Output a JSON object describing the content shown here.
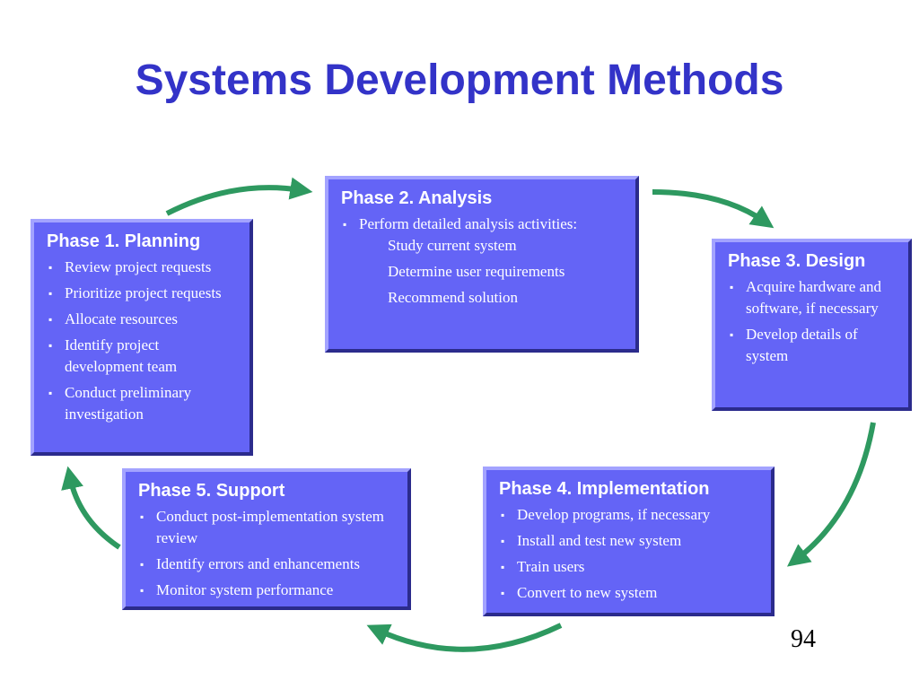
{
  "title": "Systems Development Methods",
  "page_number": "94",
  "colors": {
    "title": "#3333c8",
    "box_fill": "#6464f6",
    "box_text": "#ffffff",
    "arrow": "#2e9960"
  },
  "phases": [
    {
      "title": "Phase 1. Planning",
      "items": [
        "Review project requests",
        "Prioritize project requests",
        "Allocate resources",
        "Identify project development team",
        "Conduct preliminary investigation"
      ]
    },
    {
      "title": "Phase 2. Analysis",
      "items": [
        "Perform detailed analysis activities:"
      ],
      "subitems": [
        "Study current system",
        "Determine user requirements",
        "Recommend solution"
      ]
    },
    {
      "title": "Phase 3. Design",
      "items": [
        "Acquire hardware and software, if necessary",
        "Develop details of system"
      ]
    },
    {
      "title": "Phase 4. Implementation",
      "items": [
        "Develop programs, if necessary",
        "Install and test new system",
        "Train users",
        "Convert to new system"
      ]
    },
    {
      "title": "Phase 5. Support",
      "items": [
        "Conduct post-implementation system review",
        "Identify errors and enhancements",
        "Monitor system performance"
      ]
    }
  ]
}
